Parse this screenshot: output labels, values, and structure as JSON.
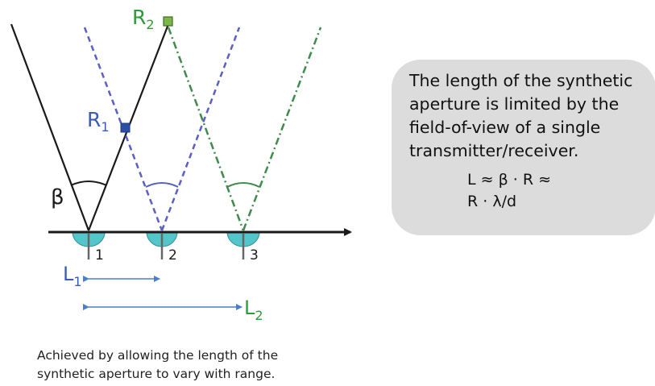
{
  "diagram": {
    "labels": {
      "beta": "β",
      "r1_letter": "R",
      "r1_sub": "1",
      "r2_letter": "R",
      "r2_sub": "2",
      "pos1": "1",
      "pos2": "2",
      "pos3": "3",
      "l1_letter": "L",
      "l1_sub": "1",
      "l2_letter": "L",
      "l2_sub": "2"
    },
    "colors": {
      "black": "#1a1a1a",
      "blue": "#3a5bb8",
      "blue_line": "#5a5fc4",
      "green": "#2e9a3a",
      "green_line": "#3f8a4c",
      "antenna": "#53c6cc",
      "arrow": "#4a7fd0"
    }
  },
  "bubble": {
    "line1": "The length of the synthetic",
    "line2": "aperture is limited by the",
    "line3": "field-of-view of a single",
    "line4": "transmitter/receiver.",
    "formula_line1": "L ≈ β · R ≈",
    "formula_line2": "R · λ/d"
  },
  "caption": {
    "line1": "Achieved by allowing the length of the",
    "line2": "synthetic aperture to vary with range."
  }
}
